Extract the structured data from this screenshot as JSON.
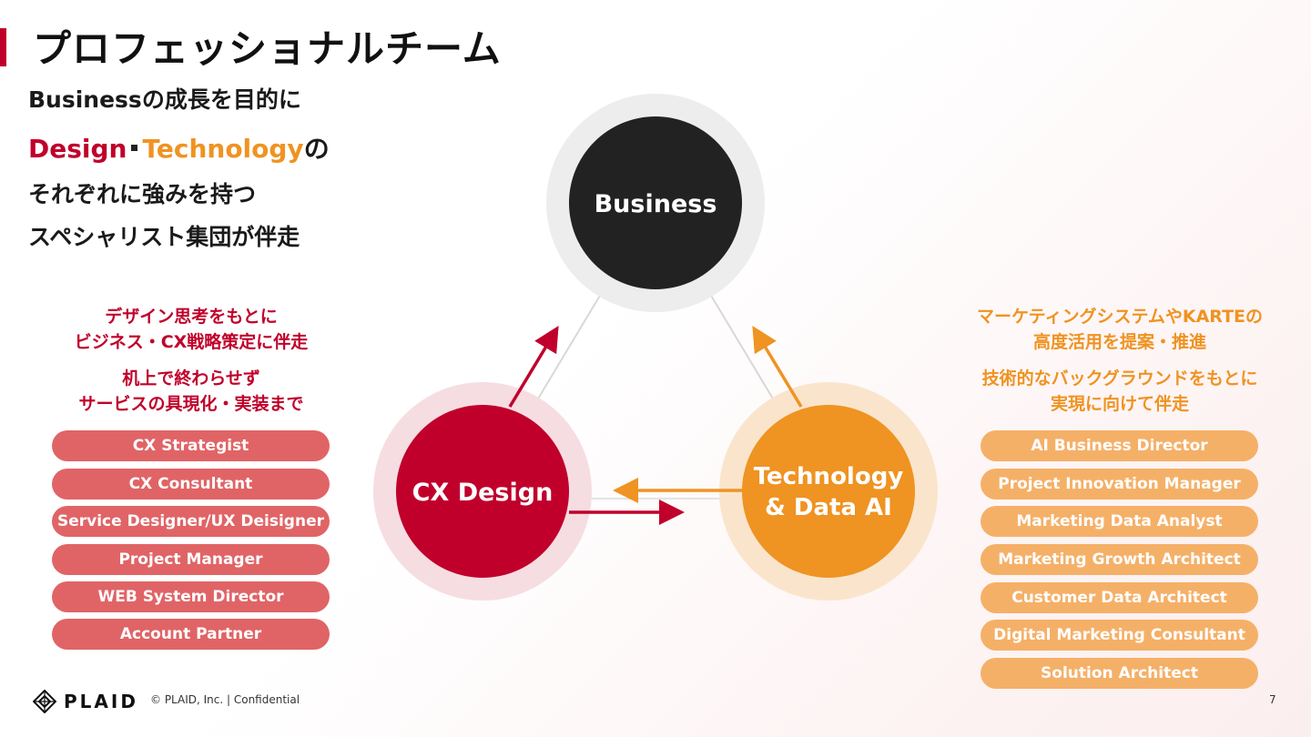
{
  "title": "プロフェッショナルチーム",
  "headline": {
    "line1": "Businessの成長を目的に",
    "line2_design": "Design",
    "line2_technology": "Technology",
    "line2_suffix": "の",
    "line3": "それぞれに強みを持つ",
    "line4": "スペシャリスト集団が伴走"
  },
  "left": {
    "desc1_line1": "デザイン思考をもとに",
    "desc1_line2": "ビジネス・CX戦略策定に伴走",
    "desc2_line1": "机上で終わらせず",
    "desc2_line2": "サービスの具現化・実装まで",
    "roles": [
      "CX Strategist",
      "CX  Consultant",
      "Service Designer/UX Deisigner",
      "Project Manager",
      "WEB System Director",
      "Account Partner"
    ]
  },
  "right": {
    "desc1_line1": "マーケティングシステムやKARTEの",
    "desc1_line2": "高度活用を提案・推進",
    "desc2_line1": "技術的なバックグラウンドをもとに",
    "desc2_line2": "実現に向けて伴走",
    "roles": [
      "AI Business Director",
      "Project Innovation Manager",
      "Marketing Data Analyst",
      "Marketing Growth Architect",
      "Customer Data Architect",
      "Digital Marketing Consultant",
      "Solution Architect"
    ]
  },
  "diagram": {
    "business_label": "Business",
    "cx_label": "CX Design",
    "tech_label_line1": "Technology",
    "tech_label_line2": "& Data AI"
  },
  "colors": {
    "red": "#c0002b",
    "orange": "#ef9322",
    "dark": "#222222",
    "pill_red": "#e06466",
    "pill_orange": "#f5b068"
  },
  "footer": {
    "logo": "PLAID",
    "copyright": "© PLAID, Inc.  |  Confidential",
    "page_number": "7"
  }
}
